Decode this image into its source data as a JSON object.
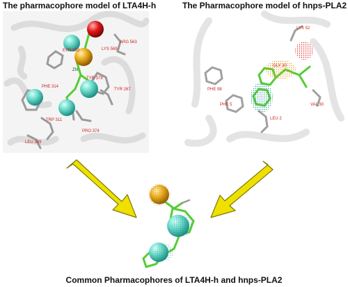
{
  "titles": {
    "left": "The pharmacophore model of LTA4H-h",
    "right": "The Pharmacophore model of hnps-PLA2",
    "bottom": "Common Pharmacophores of LTA4H-h and hnps-PLA2"
  },
  "left_panel": {
    "residues": [
      "EVR 383",
      "LYS 569",
      "ARG 563",
      "ZN",
      "TYR 378",
      "PHE 314",
      "TYR 267",
      "TRP 311",
      "PRO 374",
      "LEU 369"
    ]
  },
  "right_panel": {
    "residues": [
      "LYS 52",
      "GLY 30",
      "PHE 98",
      "PHE 5",
      "VAL 30",
      "LEU 2"
    ]
  },
  "colors": {
    "hydrophobic": "#66d9c9",
    "acceptor": "#f2b51c",
    "donor": "#e02020",
    "arrow": "#f0e000",
    "ligand": "#55cc33"
  }
}
